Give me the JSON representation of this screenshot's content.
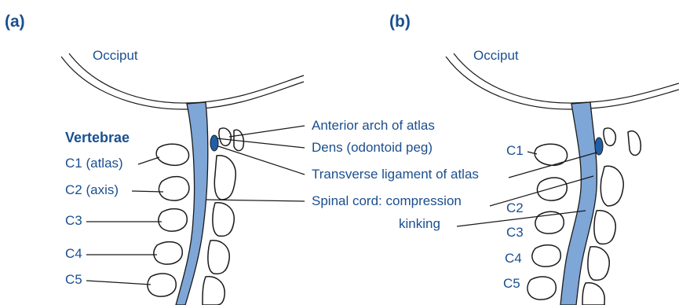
{
  "colors": {
    "label": "#1a4f8f",
    "cord": "#7ea6d6",
    "dens": "#1f5fa8",
    "outline": "#1a1a1a"
  },
  "panel_a": {
    "tag": "(a)",
    "occiput": "Occiput",
    "vertebrae_heading": "Vertebrae",
    "c1": "C1 (atlas)",
    "c2": "C2 (axis)",
    "c3": "C3",
    "c4": "C4",
    "c5": "C5"
  },
  "callouts": {
    "anterior_arch": "Anterior arch of atlas",
    "dens": "Dens (odontoid peg)",
    "transverse_ligament": "Transverse ligament of atlas",
    "spinal_cord": "Spinal cord: compression",
    "kinking": "kinking"
  },
  "panel_b": {
    "tag": "(b)",
    "occiput": "Occiput",
    "c1": "C1",
    "c2": "C2",
    "c3": "C3",
    "c4": "C4",
    "c5": "C5"
  }
}
